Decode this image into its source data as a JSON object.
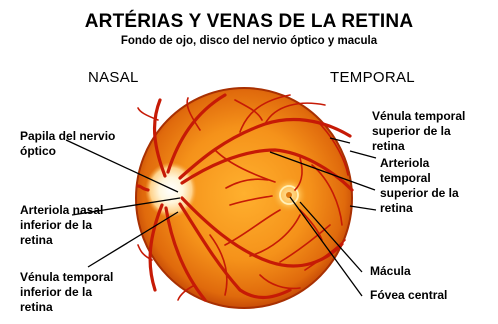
{
  "title": "ARTÉRIAS Y VENAS DE LA RETINA",
  "subtitle": "Fondo de ojo, disco del nervio óptico y macula",
  "sides": {
    "nasal": "NASAL",
    "temporal": "TEMPORAL"
  },
  "labels": {
    "papila": [
      "Papila del nervio",
      "óptico"
    ],
    "arteriola_nasal": [
      "Arteriola nasal",
      "inferior de la",
      "retina"
    ],
    "venula_inferior": [
      "Vénula temporal",
      "inferior de la",
      "retina"
    ],
    "venula_superior": [
      "Vénula temporal",
      "superior de la",
      "retina"
    ],
    "arteriola_temporal": [
      "Arteriola",
      "temporal",
      "superior de la",
      "retina"
    ],
    "macula": "Mácula",
    "fovea": "Fóvea central"
  },
  "colors": {
    "retina_orange": "#f59a1c",
    "retina_rim": "#c43c04",
    "vessel_red": "#c61a06",
    "optic_disc": "#fff6dc",
    "macula_ring": "#ffd27a"
  }
}
